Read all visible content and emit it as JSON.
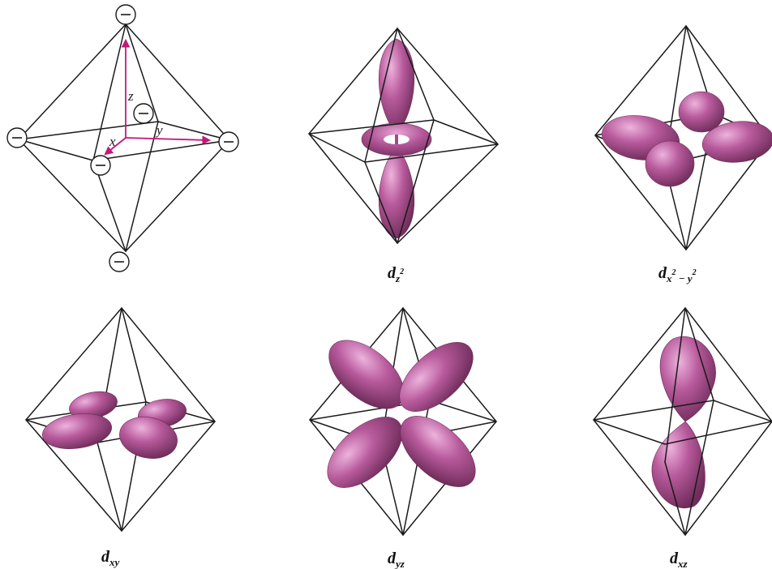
{
  "figure": {
    "charge_symbol": "minus",
    "colors": {
      "lobe_light": "#e7a6d6",
      "lobe_mid": "#b85a9c",
      "lobe_dark": "#6e2c5a",
      "axis_arrow": "#c2187a",
      "edge": "#1a1a1a"
    },
    "axes": {
      "x": "x",
      "y": "y",
      "z": "z"
    },
    "panels": [
      {
        "id": "ligands",
        "caption": null
      },
      {
        "id": "dz2",
        "caption": {
          "base": "d",
          "sub": "z",
          "sup": "2"
        }
      },
      {
        "id": "dx2y2",
        "caption": {
          "base": "d",
          "sub": "x",
          "sup1": "2",
          "minus": " − ",
          "sub2": "y",
          "sup2": "2"
        }
      },
      {
        "id": "dxy",
        "caption": {
          "base": "d",
          "sub": "xy"
        }
      },
      {
        "id": "dyz",
        "caption": {
          "base": "d",
          "sub": "yz"
        }
      },
      {
        "id": "dxz",
        "caption": {
          "base": "d",
          "sub": "xz"
        }
      }
    ]
  }
}
